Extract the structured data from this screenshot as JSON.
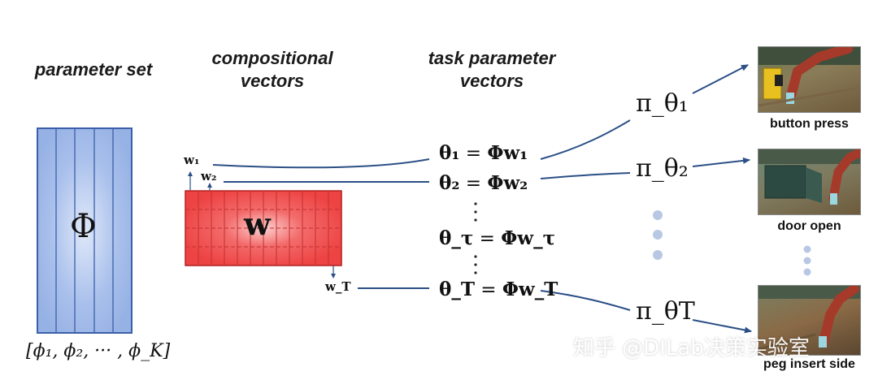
{
  "headers": {
    "param_set": "parameter set",
    "comp_line1": "compositional",
    "comp_line2": "vectors",
    "task_line1": "task parameter",
    "task_line2": "vectors"
  },
  "matrix_phi": {
    "symbol": "Φ",
    "color": "#9db7e8"
  },
  "matrix_w": {
    "symbol": "w",
    "color": "#ef4a4a"
  },
  "param_list": "[ϕ₁, ϕ₂, ··· , ϕ_K]",
  "w_labels": {
    "w1": "w₁",
    "w2": "w₂",
    "wT": "w_T"
  },
  "equations": [
    {
      "lhs": "θ₁",
      "rhs": "Φw₁"
    },
    {
      "lhs": "θ₂",
      "rhs": "Φw₂"
    },
    {
      "lhs": "θ_τ",
      "rhs": "Φw_τ"
    },
    {
      "lhs": "θ_T",
      "rhs": "Φw_T"
    }
  ],
  "policies": [
    "π_θ₁",
    "π_θ₂",
    "π_θT"
  ],
  "tasks": [
    {
      "caption": "button press"
    },
    {
      "caption": "door open"
    },
    {
      "caption": "peg insert side"
    }
  ],
  "watermark": "知乎 @DILab决策实验室",
  "colors": {
    "arrow": "#2b4f86",
    "dots": "#b8c8e4"
  }
}
